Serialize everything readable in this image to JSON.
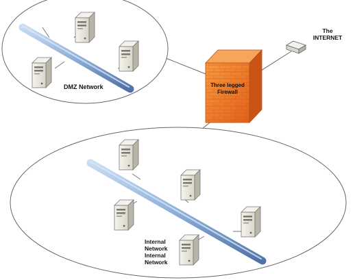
{
  "dmz": {
    "label": "DMZ Network"
  },
  "firewall": {
    "label_line1": "Three legged",
    "label_line2": "Firewall"
  },
  "internet": {
    "label_line1": "The",
    "label_line2": "INTERNET"
  },
  "internal": {
    "label1_line1": "Internal",
    "label1_line2": "Network",
    "label2_line1": "Internal",
    "label2_line2": "Network"
  },
  "colors": {
    "backbone": "#9fbde2",
    "firewall": "#ef7d2a",
    "server": "#ece9e0"
  }
}
